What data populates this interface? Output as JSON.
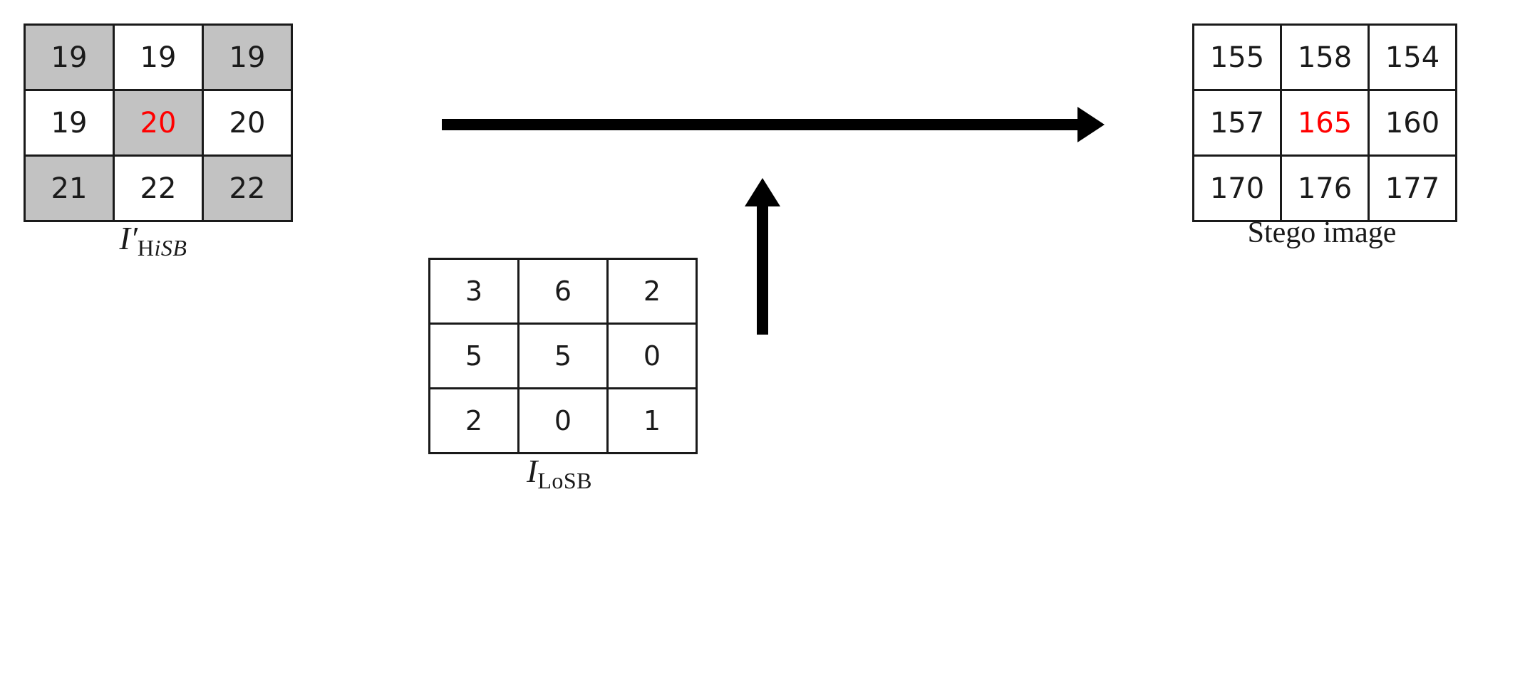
{
  "figure": {
    "background_color": "#ffffff",
    "shaded_cell_color": "#c2c2c2",
    "accent_color": "#ff0000",
    "line_color": "#1a1a1a"
  },
  "grids": {
    "hisb": {
      "caption_main": "I",
      "caption_prime": "′",
      "caption_sub_upright": "H",
      "caption_sub_italic": "iSB",
      "rows": [
        [
          {
            "value": "19",
            "shaded": true,
            "accent": false
          },
          {
            "value": "19",
            "shaded": false,
            "accent": false
          },
          {
            "value": "19",
            "shaded": true,
            "accent": false
          }
        ],
        [
          {
            "value": "19",
            "shaded": false,
            "accent": false
          },
          {
            "value": "20",
            "shaded": true,
            "accent": true
          },
          {
            "value": "20",
            "shaded": false,
            "accent": false
          }
        ],
        [
          {
            "value": "21",
            "shaded": true,
            "accent": false
          },
          {
            "value": "22",
            "shaded": false,
            "accent": false
          },
          {
            "value": "22",
            "shaded": true,
            "accent": false
          }
        ]
      ]
    },
    "losb": {
      "caption_main": "I",
      "caption_sub_italic": "LoSB",
      "rows": [
        [
          {
            "value": "3",
            "shaded": false,
            "accent": false
          },
          {
            "value": "6",
            "shaded": false,
            "accent": false
          },
          {
            "value": "2",
            "shaded": false,
            "accent": false
          }
        ],
        [
          {
            "value": "5",
            "shaded": false,
            "accent": false
          },
          {
            "value": "5",
            "shaded": false,
            "accent": false
          },
          {
            "value": "0",
            "shaded": false,
            "accent": false
          }
        ],
        [
          {
            "value": "2",
            "shaded": false,
            "accent": false
          },
          {
            "value": "0",
            "shaded": false,
            "accent": false
          },
          {
            "value": "1",
            "shaded": false,
            "accent": false
          }
        ]
      ]
    },
    "stego": {
      "caption": "Stego image",
      "rows": [
        [
          {
            "value": "155",
            "shaded": false,
            "accent": false
          },
          {
            "value": "158",
            "shaded": false,
            "accent": false
          },
          {
            "value": "154",
            "shaded": false,
            "accent": false
          }
        ],
        [
          {
            "value": "157",
            "shaded": false,
            "accent": false
          },
          {
            "value": "165",
            "shaded": false,
            "accent": true
          },
          {
            "value": "160",
            "shaded": false,
            "accent": false
          }
        ],
        [
          {
            "value": "170",
            "shaded": false,
            "accent": false
          },
          {
            "value": "176",
            "shaded": false,
            "accent": false
          },
          {
            "value": "177",
            "shaded": false,
            "accent": false
          }
        ]
      ]
    }
  },
  "arrows": [
    {
      "name": "combine-arrow-right",
      "direction": "right"
    },
    {
      "name": "input-arrow-up",
      "direction": "up"
    }
  ]
}
